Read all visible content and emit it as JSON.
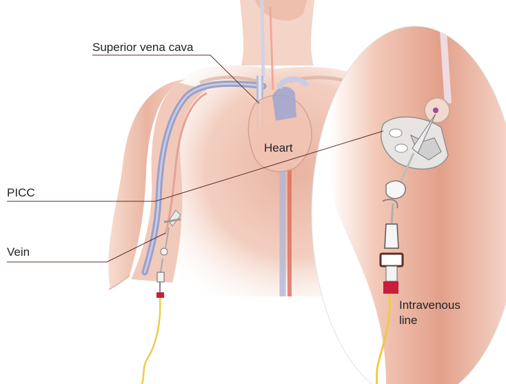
{
  "labels": {
    "superior_vena_cava": "Superior vena cava",
    "heart": "Heart",
    "picc": "PICC",
    "vein": "Vein",
    "intravenous_line_1": "Intravenous",
    "intravenous_line_2": "line"
  },
  "colors": {
    "skin": "#f1c5b4",
    "skin_shade": "#d88d78",
    "vein": "#8a8fb8",
    "artery": "#d24e3c",
    "catheter_cap": "#c81e3c",
    "iv_tube": "#f0c94a",
    "leader_line": "#5a2e28",
    "dressing": "#e8e4e4"
  }
}
